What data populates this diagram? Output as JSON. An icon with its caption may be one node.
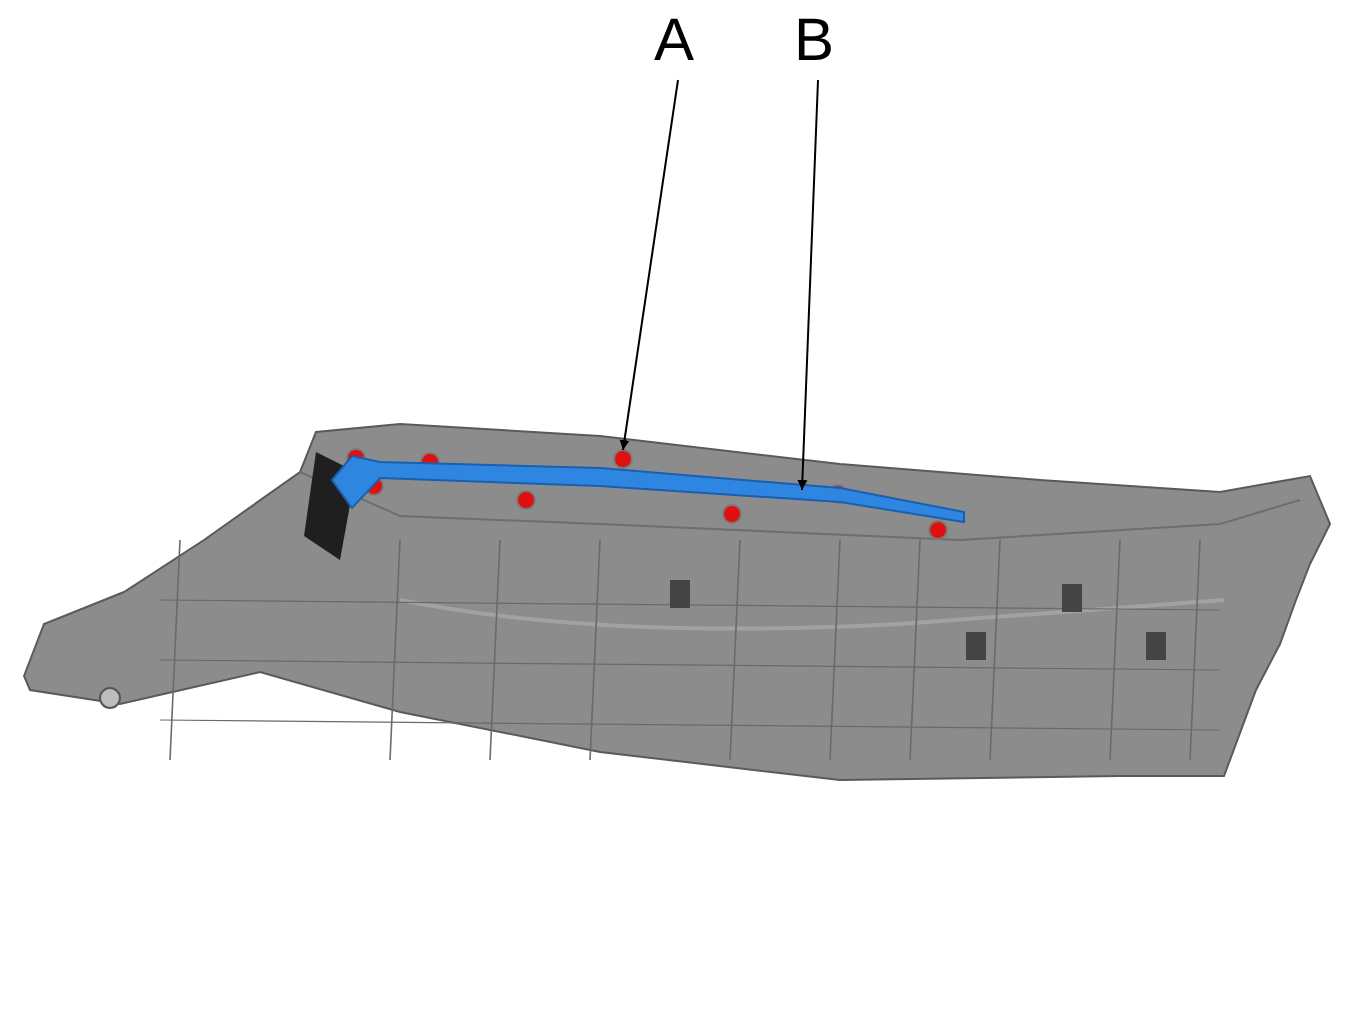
{
  "diagram": {
    "nodes": [
      {
        "text": [
          "A"
        ]
      },
      {
        "text": [
          "B"
        ]
      },
      {
        "text": [],
        "shape": "circle"
      },
      {
        "text": [],
        "shape": "bar"
      }
    ],
    "edges": [
      {
        "from": 0,
        "to": 2,
        "arrow": "to"
      },
      {
        "from": 1,
        "to": 3,
        "arrow": "to"
      }
    ]
  }
}
